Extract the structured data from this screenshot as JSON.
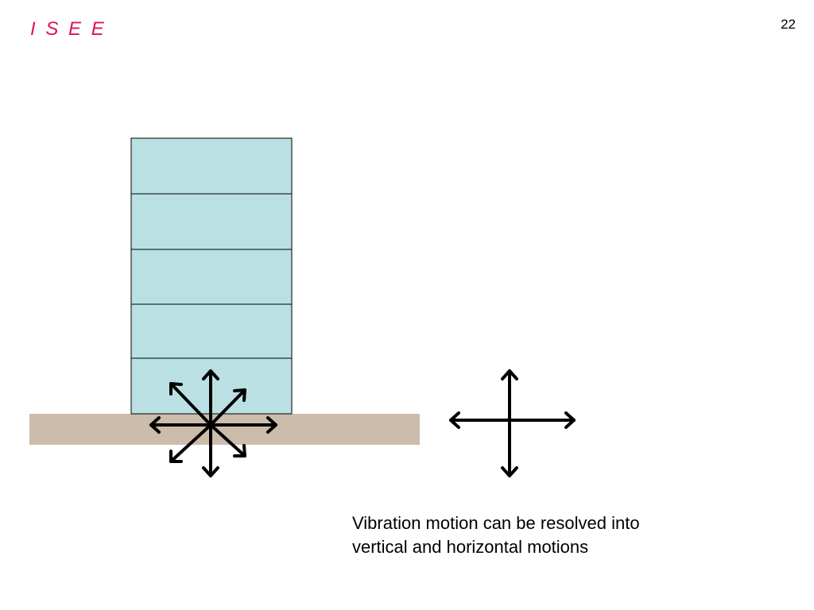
{
  "header": {
    "brand": "I S E E",
    "page_number": "22"
  },
  "caption": {
    "line1": "Vibration motion can be resolved  into",
    "line2": "vertical and horizontal motions"
  },
  "colors": {
    "brand": "#e0115f",
    "building_fill": "#bae0e3",
    "ground_fill": "#cbbcab",
    "stroke": "#000000"
  },
  "diagram": {
    "building_floors": 5,
    "radial_arrow_directions": 8,
    "component_arrow_directions": 4
  }
}
